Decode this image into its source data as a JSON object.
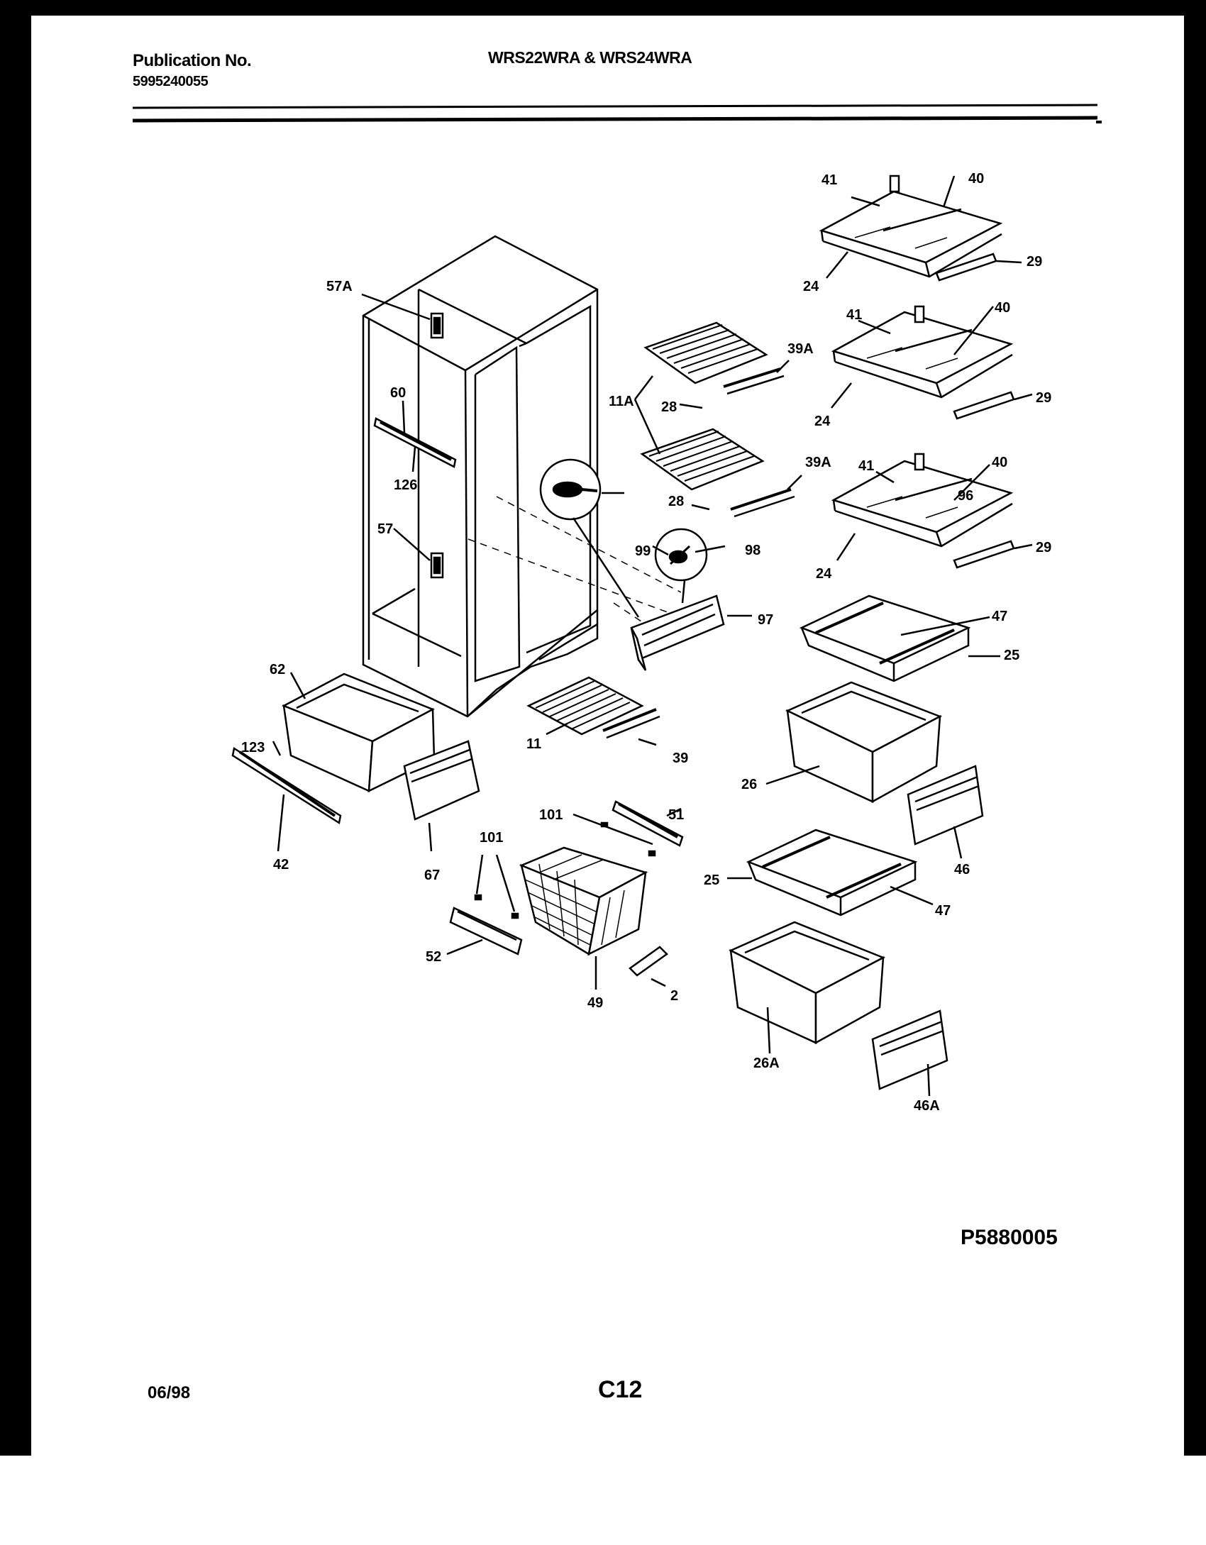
{
  "header": {
    "publication_label": "Publication No.",
    "publication_number": "5995240055",
    "models": "WRS22WRA & WRS24WRA"
  },
  "footer": {
    "drawing_id": "P5880005",
    "date": "06/98",
    "page_code": "C12"
  },
  "callouts": [
    "57A",
    "60",
    "126",
    "57",
    "62",
    "123",
    "42",
    "67",
    "41",
    "40",
    "29",
    "24",
    "39A",
    "11A",
    "28",
    "96",
    "99",
    "98",
    "97",
    "47",
    "25",
    "11",
    "39",
    "26",
    "46",
    "101",
    "51",
    "49",
    "52",
    "2",
    "26A",
    "46A"
  ]
}
